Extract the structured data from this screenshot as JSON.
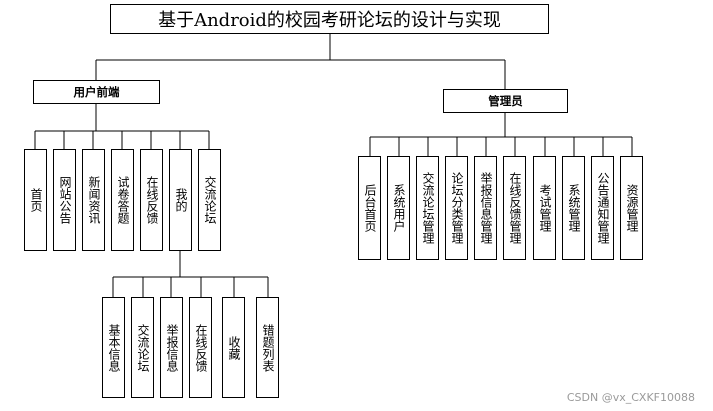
{
  "root": {
    "title": "基于Android的校园考研论坛的设计与实现"
  },
  "user": {
    "label": "用户前端",
    "children": [
      "首页",
      "网站公告",
      "新闻资讯",
      "试卷答题",
      "在线反馈",
      "我的",
      "交流论坛"
    ],
    "mine_children": [
      "基本信息",
      "交流论坛",
      "举报信息",
      "在线反馈",
      "收藏",
      "错题列表"
    ]
  },
  "admin": {
    "label": "管理员",
    "children": [
      "后台首页",
      "系统用户",
      "交流论坛管理",
      "论坛分类管理",
      "举报信息管理",
      "在线反馈管理",
      "考试管理",
      "系统管理",
      "公告通知管理",
      "资源管理"
    ]
  },
  "watermark": "CSDN @vx_CXKF10088"
}
